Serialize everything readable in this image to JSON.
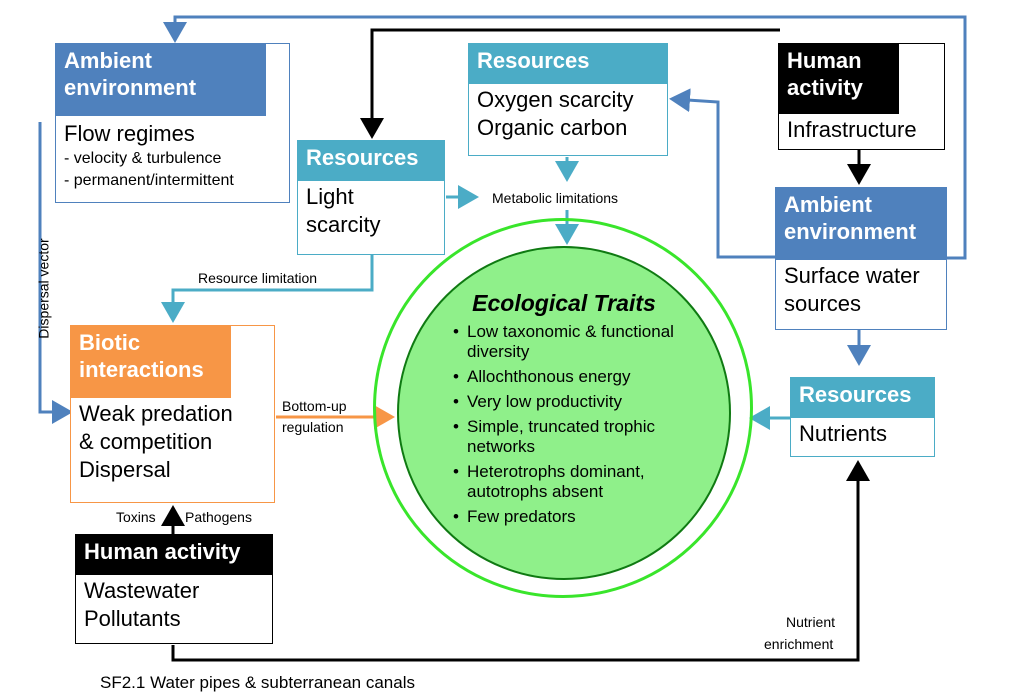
{
  "ambient_left": {
    "header": "Ambient environment",
    "title": "Flow regimes",
    "items": [
      "- velocity & turbulence",
      "- permanent/intermittent"
    ]
  },
  "resources_light": {
    "header": "Resources",
    "lines": [
      "Light",
      "scarcity"
    ]
  },
  "resources_oxygen": {
    "header": "Resources",
    "lines": [
      "Oxygen scarcity",
      "Organic carbon"
    ]
  },
  "human_infra": {
    "header": "Human activity",
    "line": "Infrastructure"
  },
  "ambient_right": {
    "header": "Ambient environment",
    "lines": [
      "Surface water",
      "sources"
    ]
  },
  "resources_nutrients": {
    "header": "Resources",
    "line": "Nutrients"
  },
  "biotic": {
    "header": "Biotic interactions",
    "lines": [
      "Weak predation",
      "& competition",
      "Dispersal"
    ]
  },
  "human_waste": {
    "header": "Human activity",
    "lines": [
      "Wastewater",
      "Pollutants"
    ]
  },
  "traits": {
    "title": "Ecological Traits",
    "items": [
      "Low taxonomic & functional diversity",
      "Allochthonous energy",
      "Very low productivity",
      "Simple, truncated trophic networks",
      "Heterotrophs dominant, autotrophs absent",
      "Few predators"
    ]
  },
  "labels": {
    "metabolic": "Metabolic limitations",
    "resource_limitation": "Resource limitation",
    "dispersal_vector": "Dispersal vector",
    "bottom_up": "Bottom-up",
    "regulation": "regulation",
    "toxins": "Toxins",
    "pathogens": "Pathogens",
    "nutrient": "Nutrient",
    "enrichment": "enrichment"
  },
  "caption": "SF2.1 Water pipes & subterranean canals",
  "colors": {
    "ambient": "#4f81bd",
    "resources": "#4bacc6",
    "biotic": "#f79646",
    "human": "#000000",
    "traits_fill": "#8ff08a",
    "traits_ring": "#39e52b"
  }
}
